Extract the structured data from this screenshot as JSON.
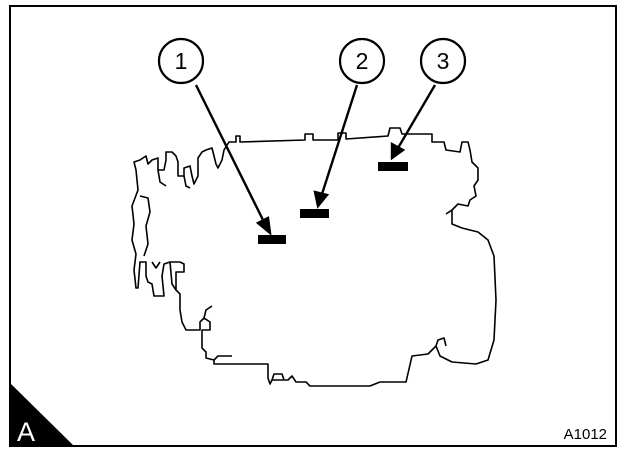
{
  "figure": {
    "corner_label": "A",
    "figure_code": "A1012"
  },
  "callouts": [
    {
      "number": "1"
    },
    {
      "number": "2"
    },
    {
      "number": "3"
    }
  ],
  "colors": {
    "ink": "#000000",
    "paper": "#ffffff"
  },
  "icons": {
    "engine": "engine-outline-icon",
    "marker": "location-bar-marker"
  }
}
